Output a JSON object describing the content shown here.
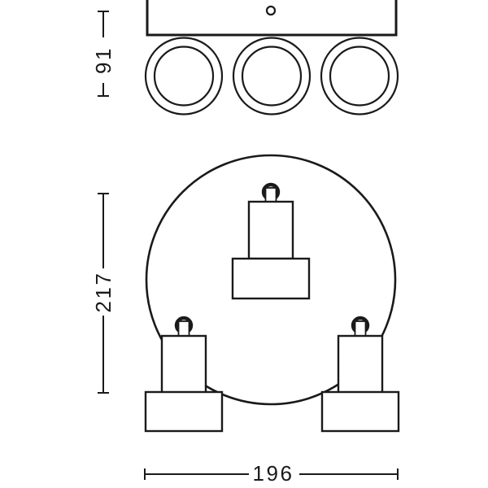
{
  "drawing": {
    "kind": "technical dimension line drawing",
    "subject": "three-spot ceiling light on round base plate",
    "background_color": "#ffffff",
    "line_color": "#1a1a1a"
  },
  "dimensions": {
    "side_view_height": "91",
    "front_view_height": "217",
    "front_view_width": "196"
  }
}
